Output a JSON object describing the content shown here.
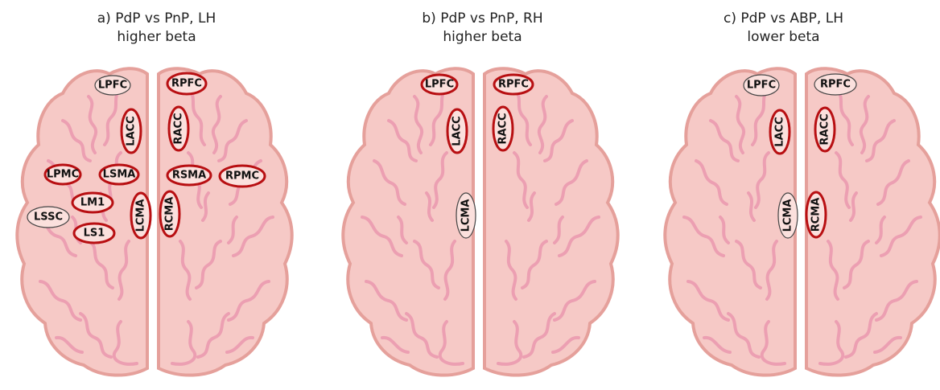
{
  "colors": {
    "brain_fill": "#f6c9c6",
    "brain_outline": "#e5a09b",
    "sulci": "#ec9fb2",
    "highlight_outline": "#b80f12",
    "plain_outline": "#444444",
    "label_fill": "#fbe0dd"
  },
  "panels": [
    {
      "title_line1": "a) PdP vs PnP, LH",
      "title_line2": "higher beta",
      "regions": [
        {
          "label": "LPFC",
          "highlighted": false
        },
        {
          "label": "RPFC",
          "highlighted": true
        },
        {
          "label": "LACC",
          "highlighted": true
        },
        {
          "label": "RACC",
          "highlighted": true
        },
        {
          "label": "LPMC",
          "highlighted": true
        },
        {
          "label": "LSMA",
          "highlighted": true
        },
        {
          "label": "RSMA",
          "highlighted": true
        },
        {
          "label": "RPMC",
          "highlighted": true
        },
        {
          "label": "LM1",
          "highlighted": true
        },
        {
          "label": "LSSC",
          "highlighted": false
        },
        {
          "label": "LS1",
          "highlighted": true
        },
        {
          "label": "LCMA",
          "highlighted": true
        },
        {
          "label": "RCMA",
          "highlighted": true
        }
      ]
    },
    {
      "title_line1": "b) PdP vs PnP, RH",
      "title_line2": "higher beta",
      "regions": [
        {
          "label": "LPFC",
          "highlighted": true
        },
        {
          "label": "RPFC",
          "highlighted": true
        },
        {
          "label": "LACC",
          "highlighted": true
        },
        {
          "label": "RACC",
          "highlighted": true
        },
        {
          "label": "LCMA",
          "highlighted": false
        }
      ]
    },
    {
      "title_line1": "c) PdP vs ABP, LH",
      "title_line2": "lower beta",
      "regions": [
        {
          "label": "LPFC",
          "highlighted": false
        },
        {
          "label": "RPFC",
          "highlighted": false
        },
        {
          "label": "LACC",
          "highlighted": true
        },
        {
          "label": "RACC",
          "highlighted": true
        },
        {
          "label": "LCMA",
          "highlighted": false
        },
        {
          "label": "RCMA",
          "highlighted": true
        }
      ]
    }
  ]
}
